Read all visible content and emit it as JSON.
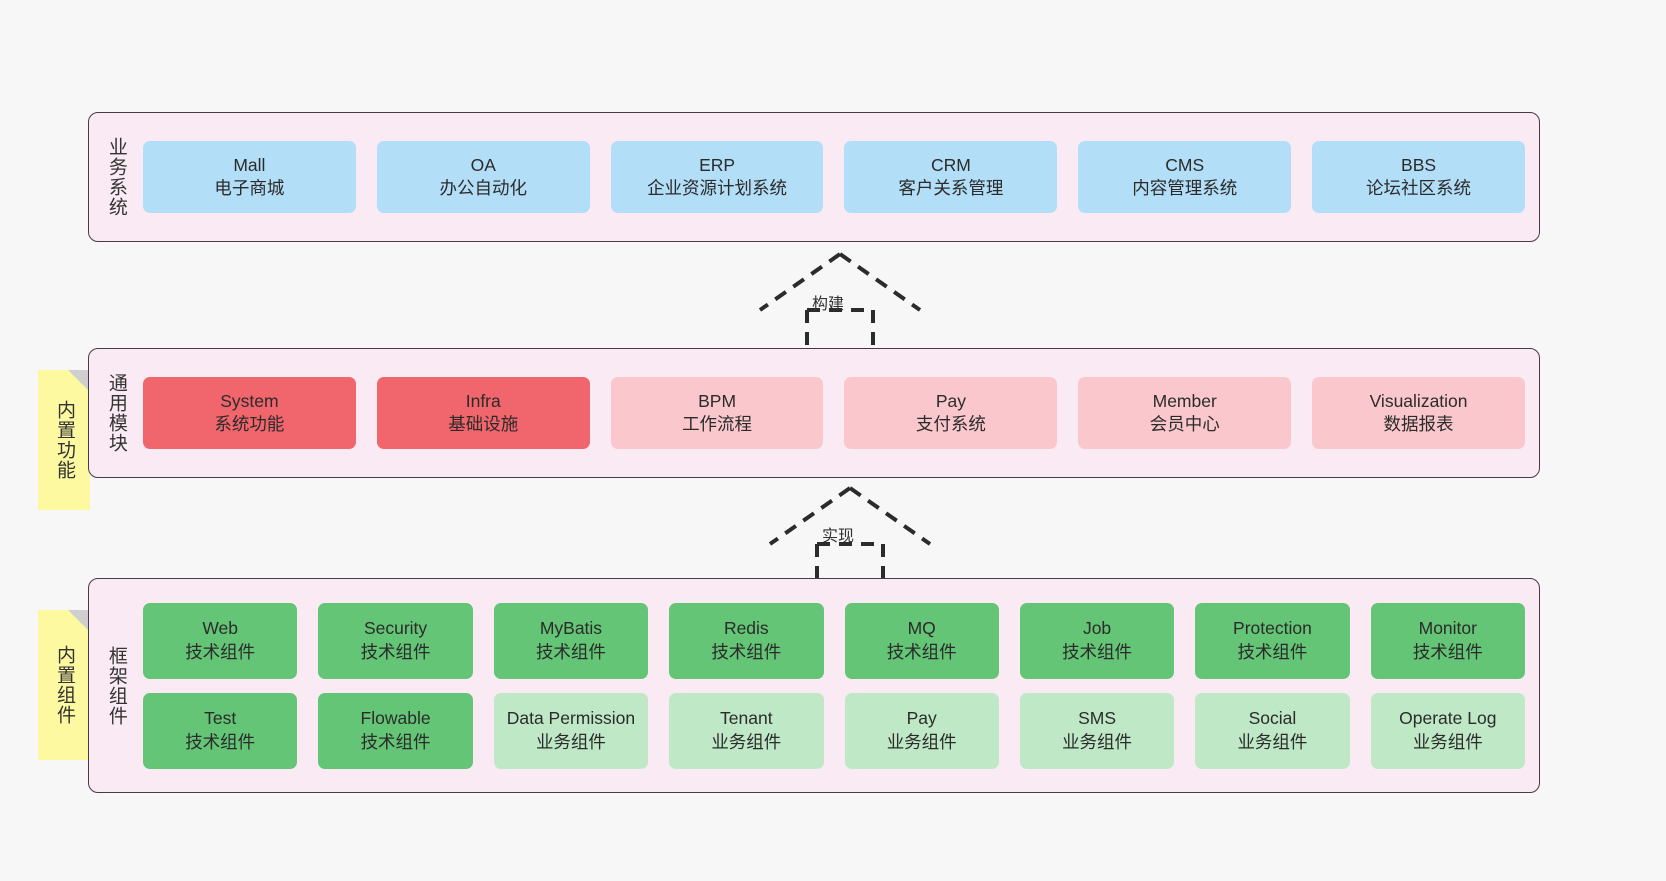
{
  "diagram": {
    "background_color": "#f7f7f7",
    "layer_fill": "#f9eaf4",
    "layer_border": "#4a3a46",
    "note_fill": "#fcf9a0"
  },
  "layers": [
    {
      "id": "business",
      "title": "业务系统",
      "rows": [
        {
          "cards": [
            {
              "en": "Mall",
              "cn": "电子商城",
              "color": "#b3def7",
              "style": "c-blue"
            },
            {
              "en": "OA",
              "cn": "办公自动化",
              "color": "#b3def7",
              "style": "c-blue"
            },
            {
              "en": "ERP",
              "cn": "企业资源计划系统",
              "color": "#b3def7",
              "style": "c-blue"
            },
            {
              "en": "CRM",
              "cn": "客户关系管理",
              "color": "#b3def7",
              "style": "c-blue"
            },
            {
              "en": "CMS",
              "cn": "内容管理系统",
              "color": "#b3def7",
              "style": "c-blue"
            },
            {
              "en": "BBS",
              "cn": "论坛社区系统",
              "color": "#b3def7",
              "style": "c-blue"
            }
          ]
        }
      ]
    },
    {
      "id": "common",
      "title": "通用模块",
      "note": "内置功能",
      "rows": [
        {
          "cards": [
            {
              "en": "System",
              "cn": "系统功能",
              "color": "#f1656c",
              "style": "c-red"
            },
            {
              "en": "Infra",
              "cn": "基础设施",
              "color": "#f1656c",
              "style": "c-red"
            },
            {
              "en": "BPM",
              "cn": "工作流程",
              "color": "#fac7cd",
              "style": "c-pink"
            },
            {
              "en": "Pay",
              "cn": "支付系统",
              "color": "#fac7cd",
              "style": "c-pink"
            },
            {
              "en": "Member",
              "cn": "会员中心",
              "color": "#fac7cd",
              "style": "c-pink"
            },
            {
              "en": "Visualization",
              "cn": "数据报表",
              "color": "#fac7cd",
              "style": "c-pink"
            }
          ]
        }
      ]
    },
    {
      "id": "framework",
      "title": "框架组件",
      "note": "内置组件",
      "rows": [
        {
          "cards": [
            {
              "en": "Web",
              "cn": "技术组件",
              "color": "#63c575",
              "style": "c-green"
            },
            {
              "en": "Security",
              "cn": "技术组件",
              "color": "#63c575",
              "style": "c-green"
            },
            {
              "en": "MyBatis",
              "cn": "技术组件",
              "color": "#63c575",
              "style": "c-green"
            },
            {
              "en": "Redis",
              "cn": "技术组件",
              "color": "#63c575",
              "style": "c-green"
            },
            {
              "en": "MQ",
              "cn": "技术组件",
              "color": "#63c575",
              "style": "c-green"
            },
            {
              "en": "Job",
              "cn": "技术组件",
              "color": "#63c575",
              "style": "c-green"
            },
            {
              "en": "Protection",
              "cn": "技术组件",
              "color": "#63c575",
              "style": "c-green"
            },
            {
              "en": "Monitor",
              "cn": "技术组件",
              "color": "#63c575",
              "style": "c-green"
            }
          ]
        },
        {
          "cards": [
            {
              "en": "Test",
              "cn": "技术组件",
              "color": "#63c575",
              "style": "c-green"
            },
            {
              "en": "Flowable",
              "cn": "技术组件",
              "color": "#63c575",
              "style": "c-green"
            },
            {
              "en": "Data Permission",
              "cn": "业务组件",
              "color": "#bfe8c6",
              "style": "c-lightgreen wrap"
            },
            {
              "en": "Tenant",
              "cn": "业务组件",
              "color": "#bfe8c6",
              "style": "c-lightgreen"
            },
            {
              "en": "Pay",
              "cn": "业务组件",
              "color": "#bfe8c6",
              "style": "c-lightgreen"
            },
            {
              "en": "SMS",
              "cn": "业务组件",
              "color": "#bfe8c6",
              "style": "c-lightgreen"
            },
            {
              "en": "Social",
              "cn": "业务组件",
              "color": "#bfe8c6",
              "style": "c-lightgreen"
            },
            {
              "en": "Operate Log",
              "cn": "业务组件",
              "color": "#bfe8c6",
              "style": "c-lightgreen"
            }
          ]
        }
      ]
    }
  ],
  "connectors": [
    {
      "id": "build",
      "label": "构建",
      "style": "dashed-hollow-arrow-up"
    },
    {
      "id": "impl",
      "label": "实现",
      "style": "dashed-hollow-arrow-up"
    }
  ]
}
